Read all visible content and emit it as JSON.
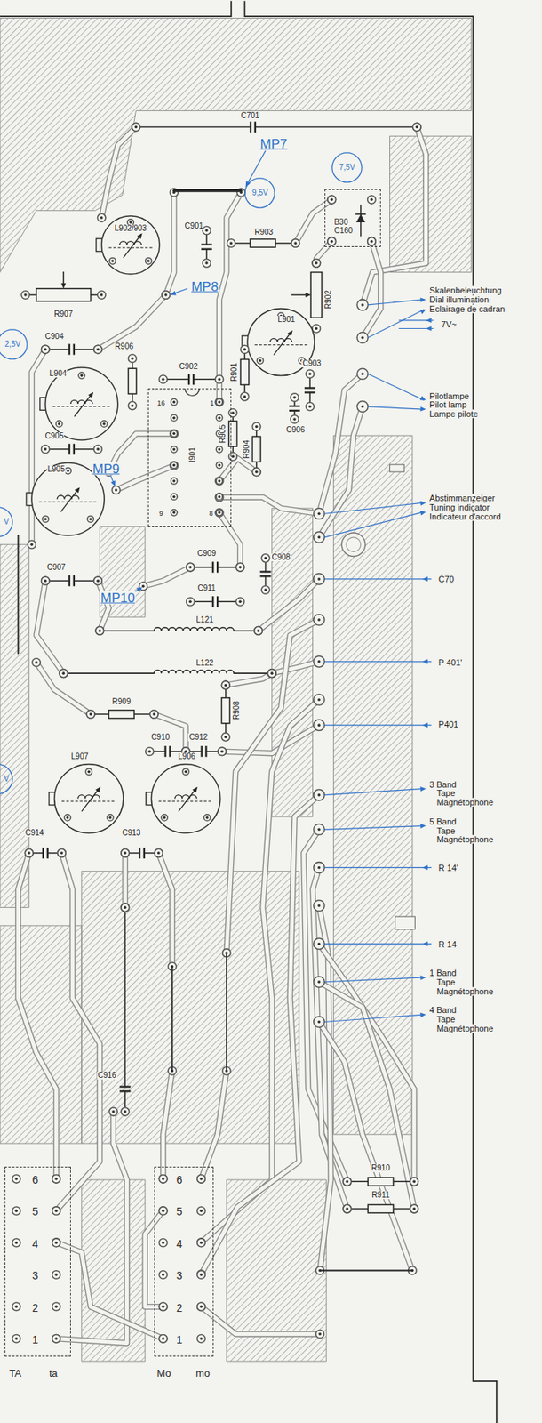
{
  "diagram": {
    "nodes": [
      {
        "text": [
          "7,5V"
        ]
      },
      {
        "text": [
          "9,5V"
        ]
      },
      {
        "text": [
          "B30 C160"
        ]
      },
      {
        "text": [
          "2,5V"
        ]
      },
      {
        "text": [
          "16",
          "1",
          "I901",
          "9",
          "8"
        ]
      },
      {
        "text": [
          "V"
        ]
      },
      {
        "text": [
          "V"
        ]
      },
      {
        "text": [
          "6",
          "5",
          "4",
          "3",
          "2",
          "1",
          "TA",
          "ta"
        ]
      },
      {
        "text": [
          "6",
          "5",
          "4",
          "3",
          "2",
          "1",
          "Mo",
          "mo"
        ]
      }
    ],
    "labels": [
      "C701",
      "MP7",
      "L902/903",
      "C901",
      "R903",
      "R907",
      "MP8",
      "R902",
      "C904",
      "R906",
      "L904",
      "C902",
      "L901",
      "R901",
      "C903",
      "C905",
      "R905",
      "R904",
      "C906",
      "L905",
      "MP9",
      "C907",
      "C909",
      "C908",
      "MP10",
      "C911",
      "L121",
      "L122",
      "R909",
      "R908",
      "C910",
      "C912",
      "L907",
      "L906",
      "C914",
      "C913",
      "C916",
      "R910",
      "R911",
      "Skalenbeleuchtung",
      "Dial illumination",
      "Eclairage de cadran",
      "7V~",
      "Pilotlampe",
      "Pilot lamp",
      "Lampe pilote",
      "Abstimmanzeiger",
      "Tuning indicator",
      "Indicateur d'accord",
      "C70",
      "P 401'",
      "P401",
      "3 Band",
      "Tape",
      "Magnétophone",
      "5 Band",
      "Tape",
      "Magnétophone",
      "R 14'",
      "R 14",
      "1 Band",
      "Tape",
      "Magnétophone",
      "4 Band",
      "Tape",
      "Magnétophone"
    ]
  }
}
